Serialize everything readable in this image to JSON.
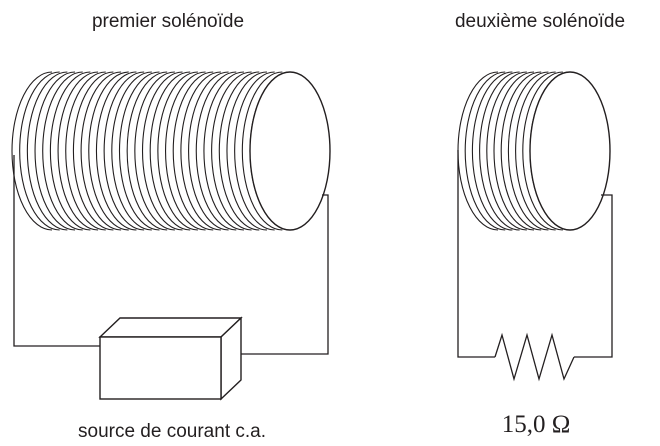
{
  "labels": {
    "first_solenoid": "premier solénoïde",
    "second_solenoid": "deuxième solénoïde",
    "ac_source": "source de courant c.a.",
    "resistance": "15,0 Ω"
  },
  "solenoids": {
    "first_turns": 32,
    "second_turns": 11
  },
  "colors": {
    "ink": "#231f20",
    "background": "#ffffff"
  }
}
